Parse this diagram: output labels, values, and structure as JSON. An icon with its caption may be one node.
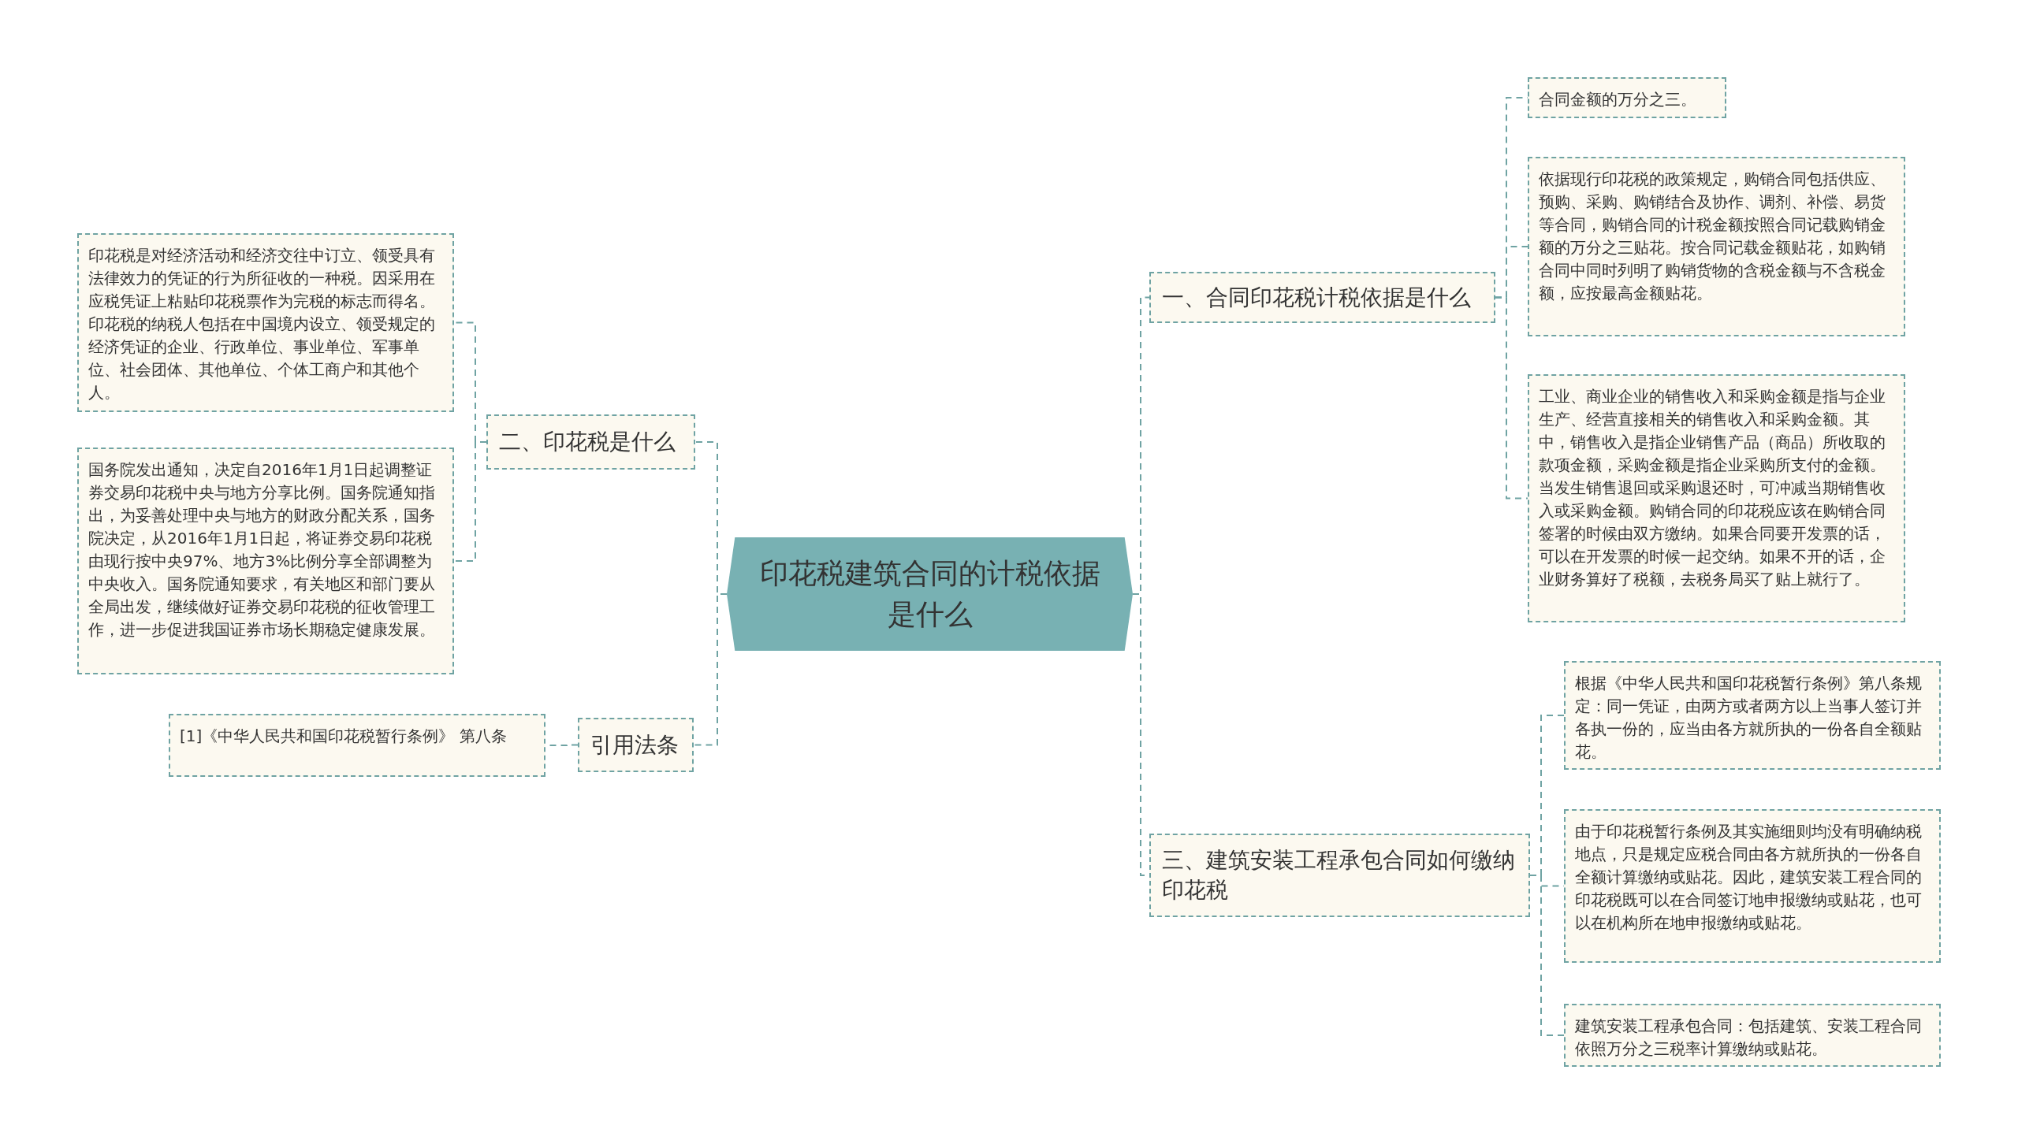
{
  "diagram": {
    "nodes": [
      {
        "text": [
          "印花税建筑合同的计税依据是什么"
        ]
      },
      {
        "text": [
          "一、合同印花税计税依据是什么"
        ]
      },
      {
        "text": [
          "合同金额的万分之三。"
        ]
      },
      {
        "text": [
          "依据现行印花税的政策规定，购销合同包括供应、预购、采购、购销结合及协作、调剂、补偿、易货等合同，购销合同的计税金额按照合同记载购销金额的万分之三贴花。按合同记载金额贴花，如购销合同中同时列明了购销货物的含税金额与不含税金额，应按最高金额贴花。"
        ]
      },
      {
        "text": [
          "工业、商业企业的销售收入和采购金额是指与企业生产、经营直接相关的销售收入和采购金额。其中，销售收入是指企业销售产品（商品）所收取的款项金额，采购金额是指企业采购所支付的金额。当发生销售退回或采购退还时，可冲减当期销售收入或采购金额。购销合同的印花税应该在购销合同签署的时候由双方缴纳。如果合同要开发票的话，可以在开发票的时候一起交纳。如果不开的话，企业财务算好了税额，去税务局买了贴上就行了。"
        ]
      },
      {
        "text": [
          "三、建筑安装工程承包合同如何缴纳印花税"
        ]
      },
      {
        "text": [
          "根据《中华人民共和国印花税暂行条例》第八条规定：同一凭证，由两方或者两方以上当事人签订并各执一份的，应当由各方就所执的一份各自全额贴花。"
        ]
      },
      {
        "text": [
          "由于印花税暂行条例及其实施细则均没有明确纳税地点，只是规定应税合同由各方就所执的一份各自全额计算缴纳或贴花。因此，建筑安装工程合同的印花税既可以在合同签订地申报缴纳或贴花，也可以在机构所在地申报缴纳或贴花。"
        ]
      },
      {
        "text": [
          "建筑安装工程承包合同：包括建筑、安装工程合同依照万分之三税率计算缴纳或贴花。"
        ]
      },
      {
        "text": [
          "二、印花税是什么"
        ]
      },
      {
        "text": [
          "印花税是对经济活动和经济交往中订立、领受具有法律效力的凭证的行为所征收的一种税。因采用在应税凭证上粘贴印花税票作为完税的标志而得名。印花税的纳税人包括在中国境内设立、领受规定的经济凭证的企业、行政单位、事业单位、军事单位、社会团体、其他单位、个体工商户和其他个人。"
        ]
      },
      {
        "text": [
          "国务院发出通知，决定自2016年1月1日起调整证券交易印花税中央与地方分享比例。国务院通知指出，为妥善处理中央与地方的财政分配关系，国务院决定，从2016年1月1日起，将证券交易印花税由现行按中央97%、地方3%比例分享全部调整为中央收入。国务院通知要求，有关地区和部门要从全局出发，继续做好证券交易印花税的征收管理工作，进一步促进我国证券市场长期稳定健康发展。"
        ]
      },
      {
        "text": [
          "引用法条"
        ]
      },
      {
        "text": [
          "[1]《中华人民共和国印花税暂行条例》 第八条"
        ]
      }
    ],
    "edges": [
      {
        "from": 0,
        "to": 1,
        "arrow": "none"
      },
      {
        "from": 1,
        "to": 2,
        "arrow": "none"
      },
      {
        "from": 1,
        "to": 3,
        "arrow": "none"
      },
      {
        "from": 1,
        "to": 4,
        "arrow": "none"
      },
      {
        "from": 0,
        "to": 5,
        "arrow": "none"
      },
      {
        "from": 5,
        "to": 6,
        "arrow": "none"
      },
      {
        "from": 5,
        "to": 7,
        "arrow": "none"
      },
      {
        "from": 5,
        "to": 8,
        "arrow": "none"
      },
      {
        "from": 0,
        "to": 9,
        "arrow": "none"
      },
      {
        "from": 9,
        "to": 10,
        "arrow": "none"
      },
      {
        "from": 9,
        "to": 11,
        "arrow": "none"
      },
      {
        "from": 0,
        "to": 12,
        "arrow": "none"
      },
      {
        "from": 12,
        "to": 13,
        "arrow": "none"
      }
    ]
  }
}
